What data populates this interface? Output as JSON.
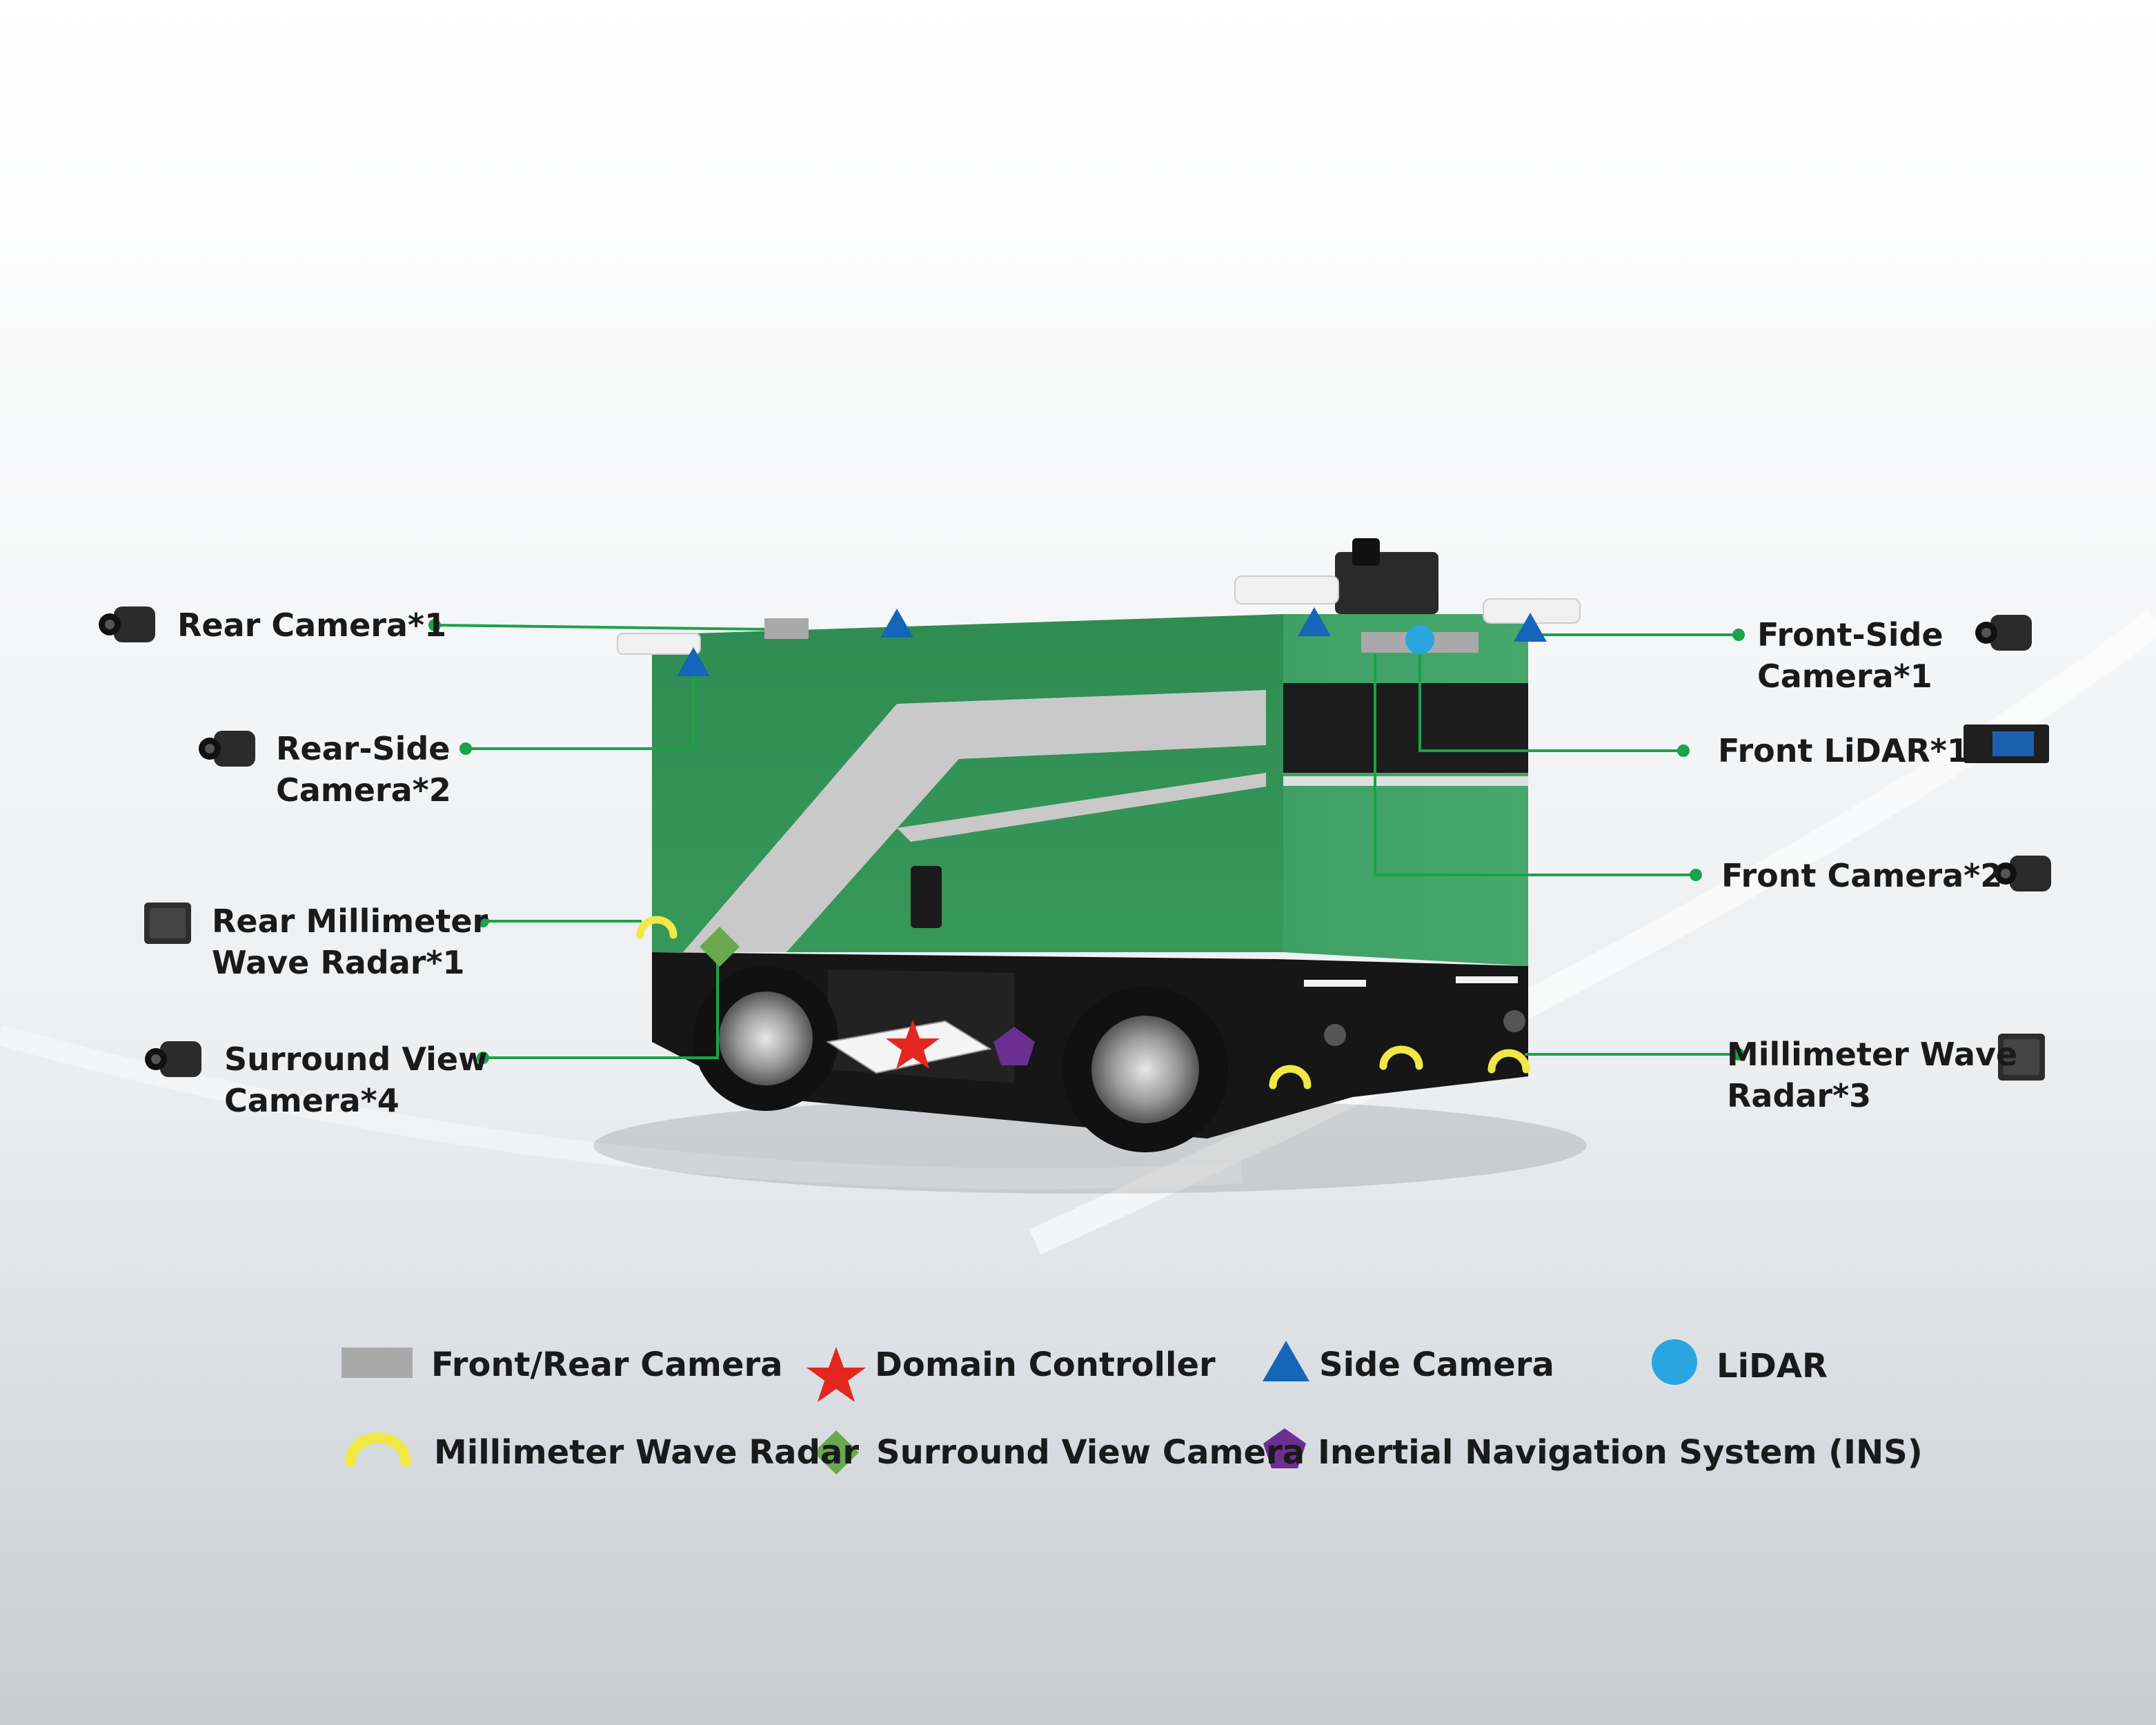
{
  "colors": {
    "body_green": "#3a9a5e",
    "connector_green": "#1aa34a",
    "side_camera_blue": "#1565b8",
    "lidar_blue": "#29a5e0",
    "radar_yellow": "#f0e845",
    "domain_red": "#e52620",
    "surround_green": "#6aa84f",
    "ins_purple": "#6a2f91",
    "camera_grey": "#a9a9a9"
  },
  "callouts": {
    "rear_camera": [
      "Rear Camera*1"
    ],
    "rear_side_camera": [
      "Rear-Side",
      "Camera*2"
    ],
    "rear_radar": [
      "Rear Millimeter",
      "Wave Radar*1"
    ],
    "surround_view": [
      "Surround View",
      "Camera*4"
    ],
    "front_side_camera": [
      "Front-Side",
      "Camera*1"
    ],
    "front_lidar": [
      "Front LiDAR*1"
    ],
    "front_camera": [
      "Front Camera*2"
    ],
    "mmwave_radar": [
      "Millimeter Wave",
      "Radar*3"
    ]
  },
  "legend": [
    {
      "icon": "grey-rectangle",
      "label": "Front/Rear Camera"
    },
    {
      "icon": "red-star",
      "label": "Domain Controller"
    },
    {
      "icon": "blue-triangle",
      "label": "Side Camera"
    },
    {
      "icon": "blue-circle",
      "label": "LiDAR"
    },
    {
      "icon": "yellow-arc",
      "label": "Millimeter Wave Radar"
    },
    {
      "icon": "green-diamond",
      "label": "Surround View Camera"
    },
    {
      "icon": "purple-pentagon",
      "label": "Inertial Navigation System (INS)"
    }
  ]
}
